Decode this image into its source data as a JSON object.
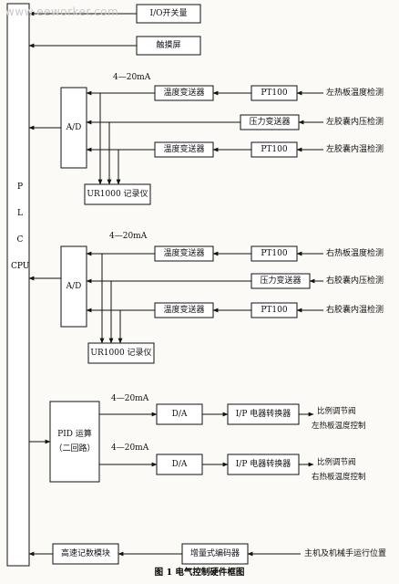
{
  "watermark": "www.eeworker.com",
  "plc_letters": [
    "P",
    "L",
    "C",
    "CPU"
  ],
  "top_boxes": {
    "io": "I/O开关量",
    "touch": "触摸屏"
  },
  "group1": {
    "current": "4—20mA",
    "ad": "A/D",
    "trans": [
      "温度变送器",
      "压力变送器",
      "温度变送器"
    ],
    "sensors": [
      "PT100",
      "PT100"
    ],
    "inputs": [
      "左热板温度检测",
      "左胶囊内压检测",
      "左胶囊内温检测"
    ],
    "recorder": "UR1000 记录仪"
  },
  "group2": {
    "current": "4—20mA",
    "ad": "A/D",
    "trans": [
      "温度变送器",
      "压力变送器",
      "温度变送器"
    ],
    "sensors": [
      "PT100",
      "PT100"
    ],
    "inputs": [
      "右热板温度检测",
      "右胶囊内压检测",
      "右胶囊内温检测"
    ],
    "recorder": "UR1000 记录仪"
  },
  "control": {
    "pid": "PID 运算",
    "pid_sub": "（二回路）",
    "current1": "4—20mA",
    "current2": "4—20mA",
    "da1": "D/A",
    "da2": "D/A",
    "ip1": "I/P 电器转换器",
    "ip2": "I/P 电器转换器",
    "out1a": "比例调节阀",
    "out1b": "左热板温度控制",
    "out2a": "比例调节阀",
    "out2b": "右热板温度控制"
  },
  "bottom": {
    "counter": "高速记数模块",
    "encoder": "增量式编码器",
    "input": "主机及机械手运行位置"
  },
  "caption": "图 1   电气控制硬件框图"
}
